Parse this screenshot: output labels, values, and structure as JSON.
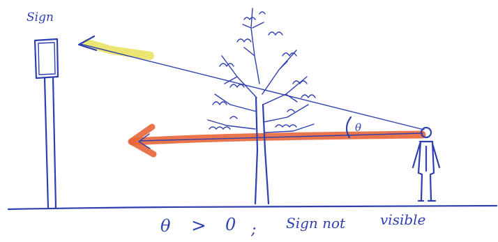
{
  "labels": {
    "sign": "Sign",
    "theta": "θ",
    "caption": {
      "theta": "θ",
      "greater": ">",
      "zero": "0",
      "semicolon": ";",
      "sign_not": "Sign not",
      "visible": "visible"
    }
  },
  "colors": {
    "ink": "#2e3fb0",
    "sight_line_highlight": "#e8e25a",
    "horizontal_highlight": "#e8663a",
    "paper": "#ffffff"
  }
}
